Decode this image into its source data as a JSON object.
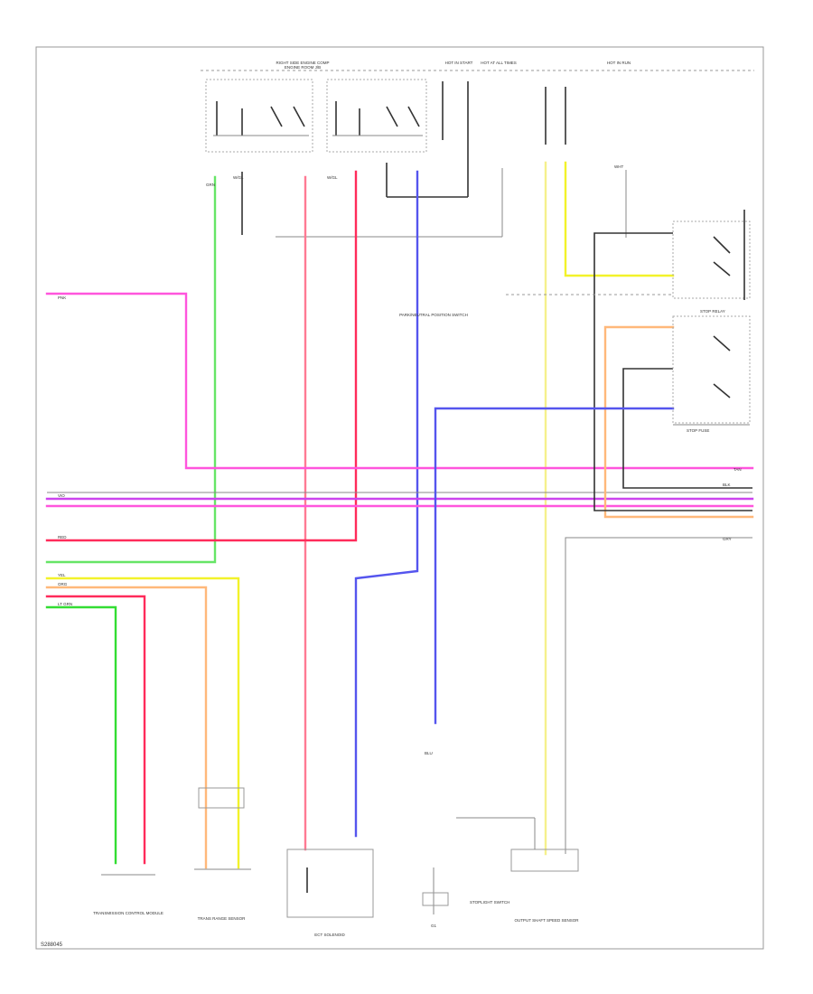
{
  "footer": {
    "code": "S288045"
  },
  "colors": {
    "green": "#66e566",
    "light_green": "#33dd33",
    "pink": "#ff7a93",
    "red": "#ff2b5a",
    "magenta": "#ff55dd",
    "violet": "#cc44ee",
    "blue": "#5555ee",
    "yellow": "#f2f22a",
    "light_yellow": "#f5f08c",
    "orange": "#ffb87a",
    "gray": "#999999",
    "black": "#333333"
  },
  "labels": {
    "hot_in_start": "HOT IN START",
    "hot_at_all_times": "HOT AT ALL TIMES",
    "hot_in_run": "HOT IN RUN",
    "left_fuse_box": "RIGHT SIDE ENGINE COMP",
    "eng_relay": "ENGINE ROOM J/B",
    "stop_relay": "STOP RELAY",
    "stop_fuse": "STOP FUSE",
    "pnp_switch": "PARK/NEUTRAL POSITION SWITCH",
    "transmission_ecm": "TRANSMISSION CONTROL MODULE",
    "trans_range_sensor": "TRANS RANGE SENSOR",
    "ect_solenoid": "ECT SOLENOID",
    "output_shaft_sensor": "OUTPUT SHAFT SPEED SENSOR",
    "stoplight_switch": "STOPLIGHT SWITCH",
    "ground": "G1",
    "w_gl_1": "W/GL",
    "w_gl_2": "W/GL",
    "grn": "GRN",
    "pnk": "PNK",
    "red": "RED",
    "vio": "VIO",
    "blu": "BLU",
    "yel": "YEL",
    "org": "ORG",
    "lt_grn": "LT GRN",
    "gry": "GRY",
    "blk": "BLK",
    "wht": "WHT",
    "tan": "TAN"
  }
}
